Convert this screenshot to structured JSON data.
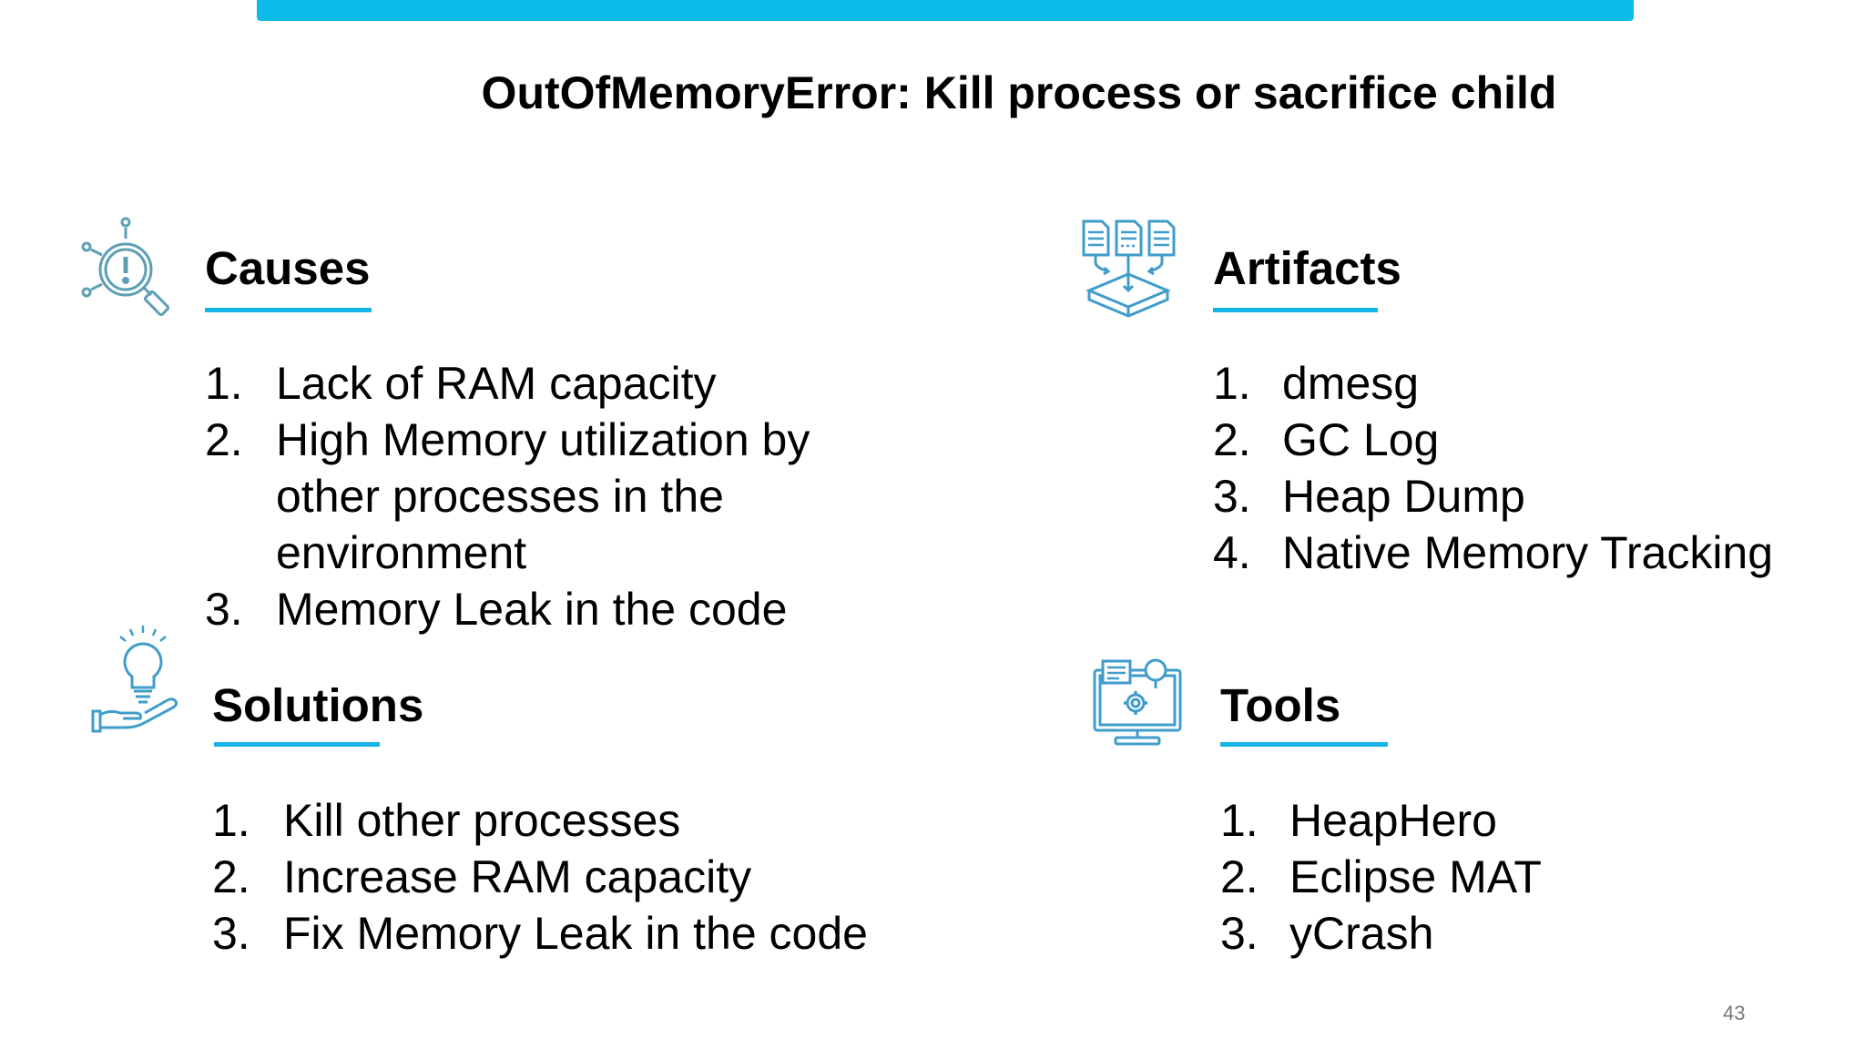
{
  "slide": {
    "title": "OutOfMemoryError: Kill process or sacrifice child",
    "page_number": "43",
    "accent_color": "#0bbbe8",
    "icon_color": "#4a9cc4"
  },
  "sections": {
    "causes": {
      "heading": "Causes",
      "icon": "magnifier-alert-icon",
      "items": [
        {
          "num": "1.",
          "lines": [
            "Lack of RAM capacity"
          ]
        },
        {
          "num": "2.",
          "lines": [
            "High Memory utilization by",
            "other processes in the",
            "environment"
          ]
        },
        {
          "num": "3.",
          "lines": [
            "Memory Leak in the code"
          ]
        }
      ]
    },
    "artifacts": {
      "heading": "Artifacts",
      "icon": "documents-to-tray-icon",
      "items": [
        {
          "num": "1.",
          "text": "dmesg"
        },
        {
          "num": "2.",
          "text": "GC Log"
        },
        {
          "num": "3.",
          "text": "Heap Dump"
        },
        {
          "num": "4.",
          "text": "Native Memory Tracking"
        }
      ]
    },
    "solutions": {
      "heading": "Solutions",
      "icon": "lightbulb-hand-icon",
      "items": [
        {
          "num": "1.",
          "text": "Kill other processes"
        },
        {
          "num": "2.",
          "text": "Increase RAM capacity"
        },
        {
          "num": "3.",
          "text": "Fix Memory Leak in the code"
        }
      ]
    },
    "tools": {
      "heading": "Tools",
      "icon": "monitor-gear-icon",
      "items": [
        {
          "num": "1.",
          "text": "HeapHero"
        },
        {
          "num": "2.",
          "text": "Eclipse MAT"
        },
        {
          "num": "3.",
          "text": "yCrash"
        }
      ]
    }
  }
}
